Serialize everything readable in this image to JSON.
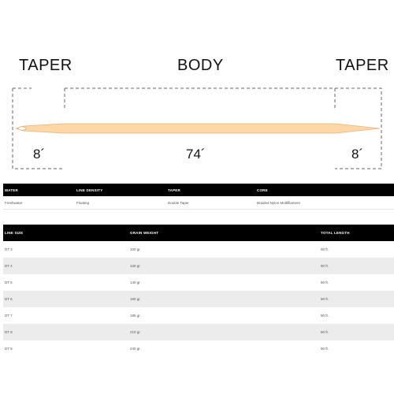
{
  "diagram": {
    "labels": {
      "left_taper": "TAPER",
      "body": "BODY",
      "right_taper": "TAPER"
    },
    "lengths": {
      "left": "8´",
      "body": "74´",
      "right": "8´"
    },
    "line_color": "#fdd7a6",
    "bracket_color": "#666666"
  },
  "spec_table": {
    "headers": [
      "WATER",
      "LINE DENSITY",
      "TAPER",
      "CORE"
    ],
    "row": [
      "Freshwater",
      "Floating",
      "Double Taper",
      "Braided Nylon Multifilament"
    ]
  },
  "size_table": {
    "headers": [
      "LINE SIZE",
      "GRAIN WEIGHT",
      "TOTAL LENGTH"
    ],
    "rows": [
      [
        "DT 3",
        "100 gr.",
        "90 ft."
      ],
      [
        "DT 4",
        "120 gr.",
        "90 ft."
      ],
      [
        "DT 5",
        "140 gr.",
        "90 ft."
      ],
      [
        "DT 6",
        "160 gr.",
        "90 ft."
      ],
      [
        "DT 7",
        "185 gr.",
        "90 ft."
      ],
      [
        "DT 8",
        "210 gr.",
        "90 ft."
      ],
      [
        "DT 9",
        "240 gr.",
        "90 ft."
      ]
    ]
  }
}
